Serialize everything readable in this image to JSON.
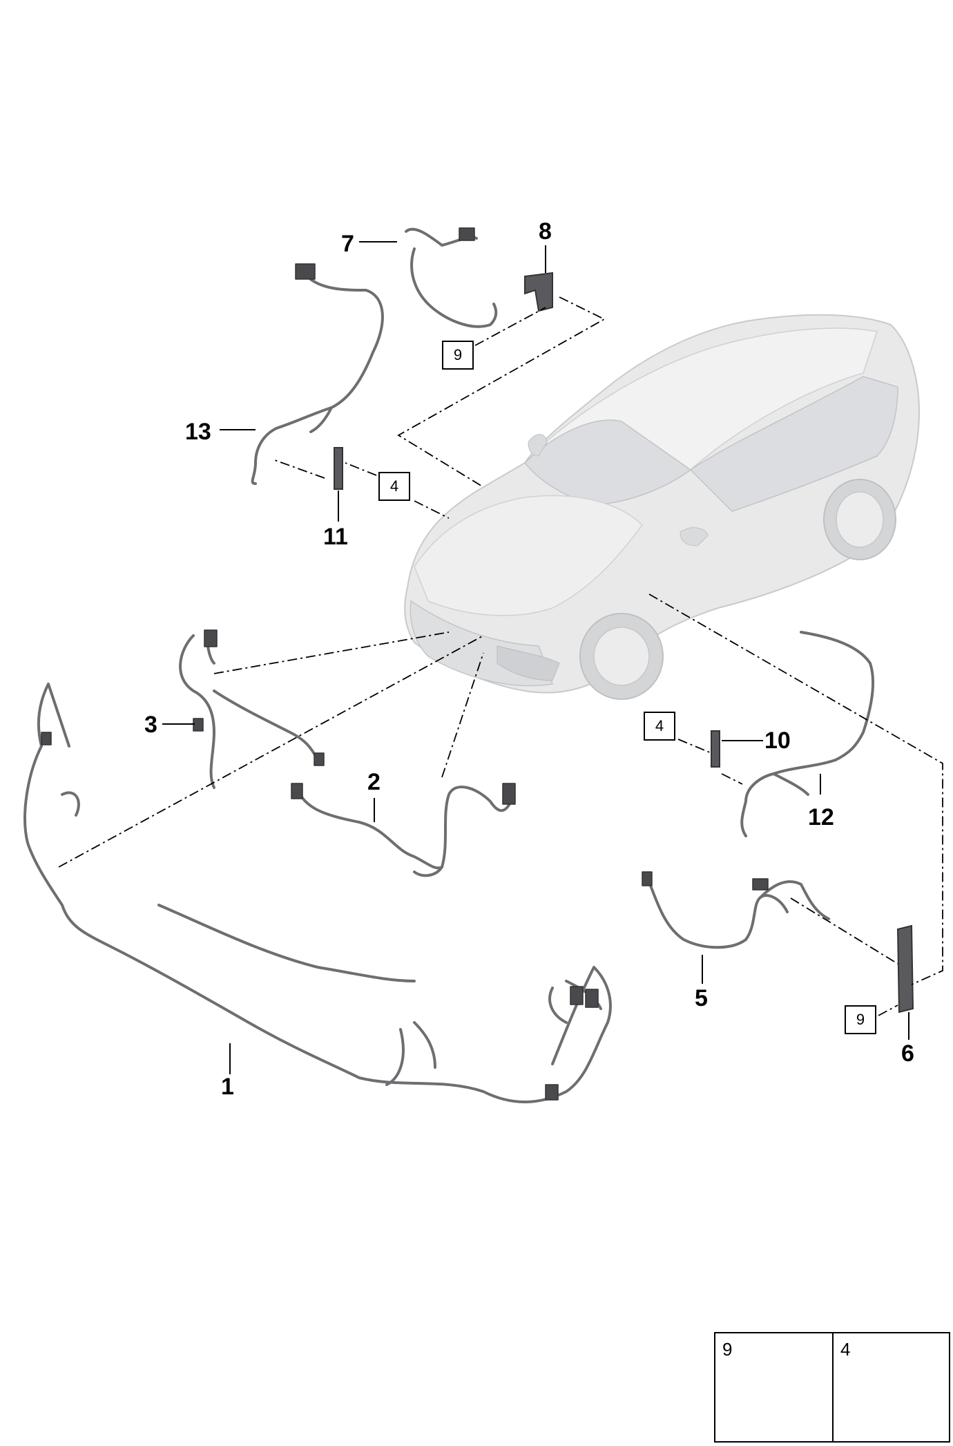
{
  "callouts": {
    "c1": "1",
    "c2": "2",
    "c3": "3",
    "c5": "5",
    "c6": "6",
    "c7": "7",
    "c8": "8",
    "c10": "10",
    "c11": "11",
    "c12": "12",
    "c13": "13"
  },
  "box_refs": {
    "b9_top": "9",
    "b4_mid": "4",
    "b4_right": "4",
    "b9_right": "9"
  },
  "legend": {
    "left_number": "9",
    "right_number": "4"
  },
  "colors": {
    "car_body": "#e9e9ea",
    "car_shadow": "#d4d5d7",
    "harness": "#6e6e72",
    "harness_light": "#b9b9bd",
    "lead_line": "#000000"
  }
}
